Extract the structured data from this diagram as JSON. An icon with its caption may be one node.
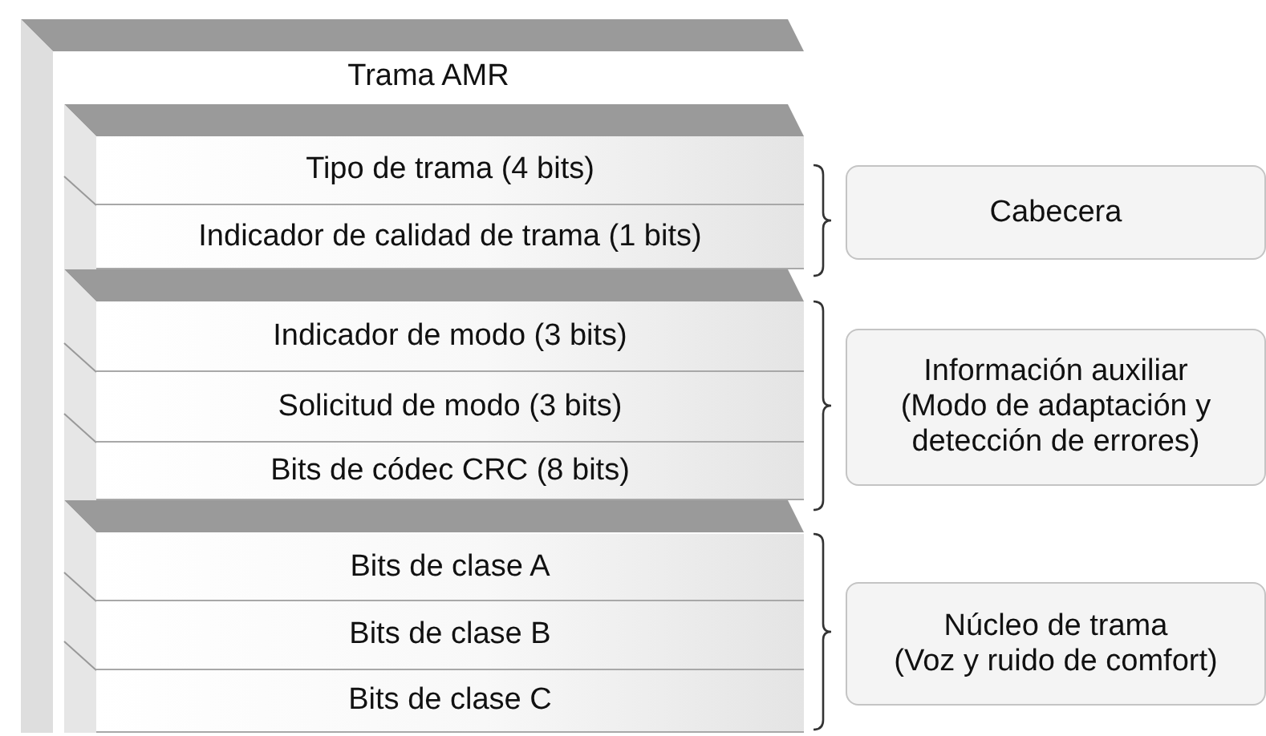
{
  "diagram": {
    "nodes": [
      {
        "text": [
          "Trama AMR"
        ]
      },
      {
        "text": [],
        "shape": "box",
        "in": 0
      },
      {
        "text": [
          "Tipo de trama (4 bits)"
        ],
        "in": 1
      },
      {
        "text": [
          "Indicador de calidad de trama (1 bits)"
        ],
        "in": 1
      },
      {
        "text": [],
        "shape": "box",
        "in": 0
      },
      {
        "text": [
          "Indicador de modo (3 bits)"
        ],
        "in": 4
      },
      {
        "text": [
          "Solicitud de modo (3 bits)"
        ],
        "in": 4
      },
      {
        "text": [
          "Bits de códec CRC (8 bits)"
        ],
        "in": 4
      },
      {
        "text": [],
        "shape": "box",
        "in": 0
      },
      {
        "text": [
          "Bits de clase A"
        ],
        "in": 8
      },
      {
        "text": [
          "Bits de clase B"
        ],
        "in": 8
      },
      {
        "text": [
          "Bits de clase C"
        ],
        "in": 8
      },
      {
        "text": [
          "Cabecera"
        ]
      },
      {
        "text": [
          "Información auxiliar",
          "(Modo de adaptación y detección de errores)"
        ]
      },
      {
        "text": [
          "Núcleo de trama",
          "(Voz y ruido de comfort)"
        ]
      }
    ]
  }
}
